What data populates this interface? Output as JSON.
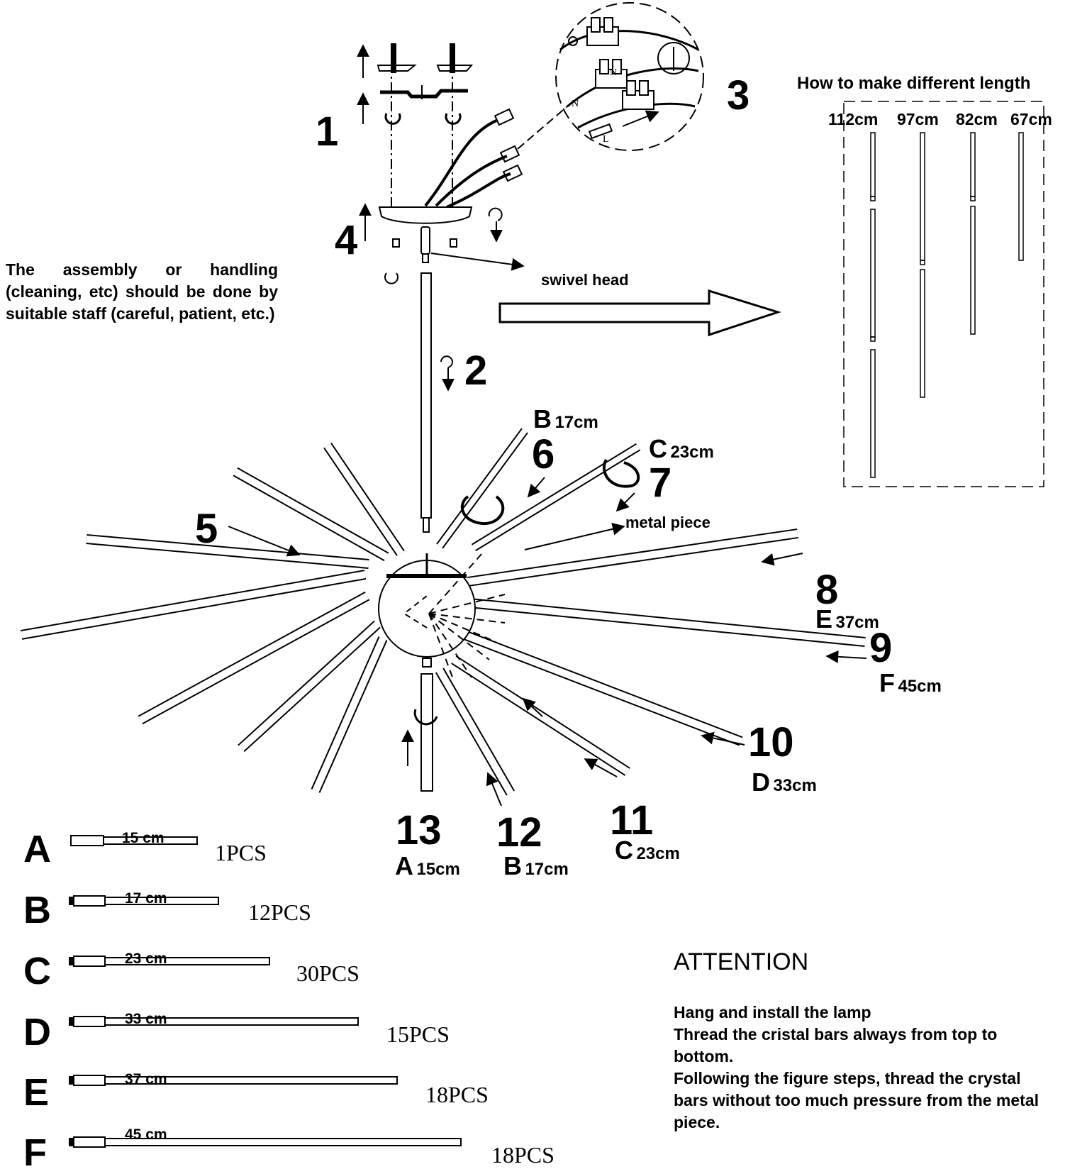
{
  "safety_note": "The assembly or handling (cleaning, etc) should be done by suitable staff (careful, patient, etc.)",
  "steps": [
    "1",
    "2",
    "3",
    "4",
    "5",
    "6",
    "7",
    "8",
    "9",
    "10",
    "11",
    "12",
    "13"
  ],
  "labels": {
    "swivel_head": "swivel head",
    "metal_piece": "metal piece",
    "wire_n": "N",
    "wire_l": "L"
  },
  "step_bars": {
    "s6": {
      "letter": "B",
      "size": "17cm"
    },
    "s7": {
      "letter": "C",
      "size": "23cm"
    },
    "s8": {
      "letter": "E",
      "size": "37cm"
    },
    "s9": {
      "letter": "F",
      "size": "45cm"
    },
    "s10": {
      "letter": "D",
      "size": "33cm"
    },
    "s11": {
      "letter": "C",
      "size": "23cm"
    },
    "s12": {
      "letter": "B",
      "size": "17cm"
    },
    "s13": {
      "letter": "A",
      "size": "15cm"
    }
  },
  "length_guide": {
    "title": "How to make different length",
    "lengths": [
      "112cm",
      "97cm",
      "82cm",
      "67cm"
    ]
  },
  "bars": [
    {
      "letter": "A",
      "length": "15 cm",
      "pcs": "1PCS"
    },
    {
      "letter": "B",
      "length": "17 cm",
      "pcs": "12PCS"
    },
    {
      "letter": "C",
      "length": "23 cm",
      "pcs": "30PCS"
    },
    {
      "letter": "D",
      "length": "33 cm",
      "pcs": "15PCS"
    },
    {
      "letter": "E",
      "length": "37 cm",
      "pcs": "18PCS"
    },
    {
      "letter": "F",
      "length": "45 cm",
      "pcs": "18PCS"
    }
  ],
  "attention": {
    "title": "ATTENTION",
    "lines": [
      "Hang and install the lamp",
      "Thread the cristal bars always from top to bottom.",
      "Following the figure steps, thread the crystal bars without too much pressure from the metal piece."
    ]
  }
}
